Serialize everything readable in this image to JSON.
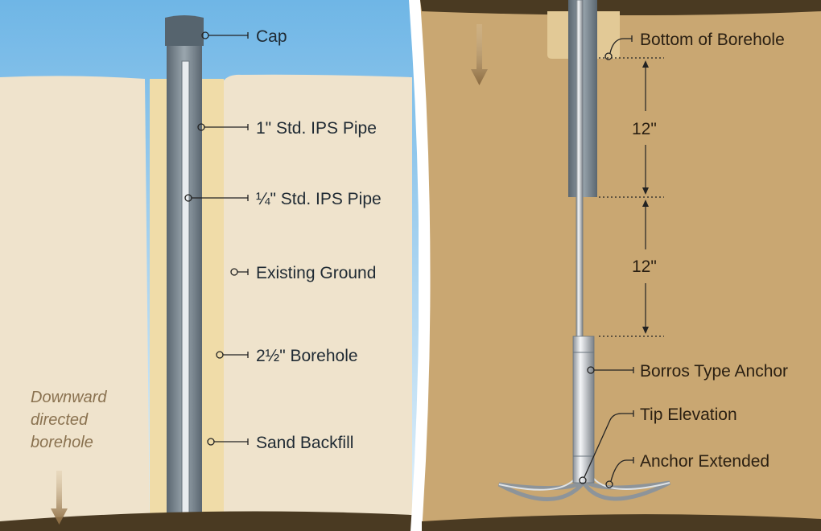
{
  "left_panel": {
    "labels": {
      "cap": "Cap",
      "outer_pipe": "1\" Std. IPS Pipe",
      "inner_pipe": "¼\" Std. IPS  Pipe",
      "existing_ground": "Existing Ground",
      "borehole": "2½\" Borehole",
      "sand_backfill": "Sand Backfill"
    },
    "direction_note": [
      "Downward",
      "directed",
      "borehole"
    ]
  },
  "right_panel": {
    "labels": {
      "bottom_of_borehole": "Bottom of Borehole",
      "dimension_upper": "12\"",
      "dimension_lower": "12\"",
      "anchor": "Borros Type Anchor",
      "tip_elevation": "Tip Elevation",
      "anchor_extended": "Anchor Extended"
    }
  },
  "colors": {
    "sky": "#a9d3ef",
    "ground": "#efe3cc",
    "sand": "#f0dca8",
    "soil": "#c9a772",
    "pipe": "#7d8993"
  }
}
